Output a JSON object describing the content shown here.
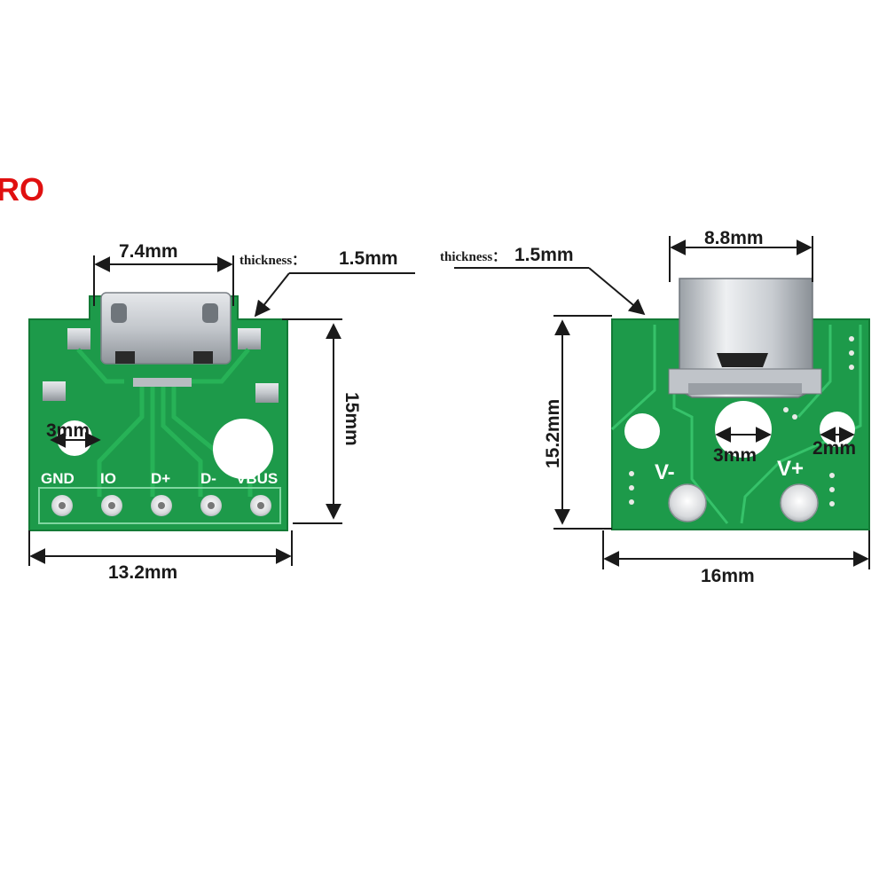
{
  "brand_fragment": "RO",
  "colors": {
    "pcb": "#1d9a4a",
    "pcb_dark": "#137a36",
    "pcb_light": "#27b257",
    "metal": "#c9ccd0",
    "metal_dark": "#8b9096",
    "text": "#1a1a1a",
    "accent_red": "#e01010"
  },
  "micro_board": {
    "connector_width": "7.4mm",
    "thickness_label": "thickness：",
    "thickness_value": "1.5mm",
    "height": "15mm",
    "width": "13.2mm",
    "hole": "3mm",
    "pins": [
      "GND",
      "IO",
      "D+",
      "D-",
      "VBUS"
    ]
  },
  "typec_board": {
    "connector_width": "8.8mm",
    "thickness_label": "thickness：",
    "thickness_value": "1.5mm",
    "height": "15.2mm",
    "width": "16mm",
    "hole_large": "3mm",
    "hole_small": "2mm",
    "pad_neg": "V-",
    "pad_pos": "V+"
  }
}
